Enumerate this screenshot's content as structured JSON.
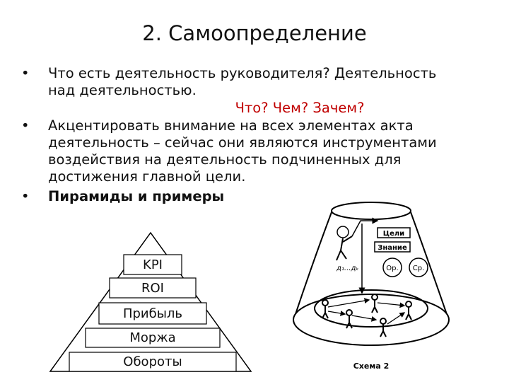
{
  "slide": {
    "title": "2. Самоопределение",
    "bullets": [
      {
        "lines": [
          "Что есть деятельность руководителя? Деятельность",
          "над деятельностью."
        ],
        "centered": "Что? Чем? Зачем?"
      },
      {
        "lines": [
          "Акцентировать внимание на всех элементах акта",
          "деятельность – сейчас они являются инструментами",
          "воздействия на деятельность подчиненных для",
          "достижения главной цели."
        ]
      },
      {
        "lines": [
          "Пирамиды и примеры"
        ]
      }
    ],
    "accent_color": "#c00000"
  },
  "pyramid": {
    "levels": [
      "KPI",
      "ROI",
      "Прибыль",
      "Моржа",
      "Обороты"
    ]
  },
  "scheme": {
    "goals_label": "Цели",
    "knowledge_label": "Знание",
    "formula_label": "д₁...дₖ",
    "circle1_label": "Ор.",
    "circle2_label": "Ср.",
    "caption": "Схема 2"
  }
}
